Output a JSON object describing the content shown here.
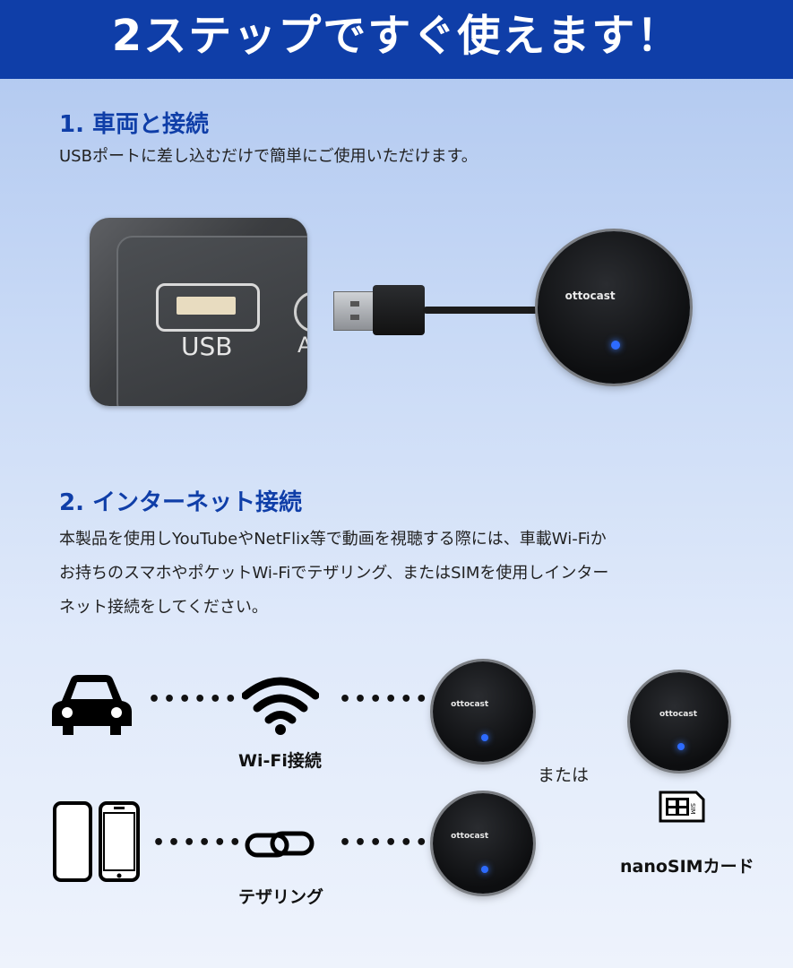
{
  "header": {
    "title": "2ステップですぐ使えます！"
  },
  "step1": {
    "title": "1.  車両と接続",
    "desc": "USBポートに差し込むだけで簡単にご使用いただけます。",
    "usb_label": "USB",
    "port_label2": "A"
  },
  "step2": {
    "title": "2.  インターネット接続",
    "desc_lines": [
      "本製品を使用しYouTubeやNetFlix等で動画を視聴する際には、車載Wi-Fiか",
      "お持ちのスマホやポケットWi-Fiでテザリング、またはSIMを使用しインター",
      "ネット接続をしてください。"
    ]
  },
  "device": {
    "logo": "ottocast"
  },
  "diagram": {
    "dots": "••••••",
    "wifi_label": "Wi-Fi接続",
    "tether_label": "テザリング",
    "or_label": "または",
    "sim_label": "nanoSIMカード",
    "sim_chip_text": "SIM"
  },
  "icons": [
    "car-icon",
    "wifi-icon",
    "phone-icon",
    "link-icon",
    "sim-card-icon"
  ],
  "colors": {
    "header": "#0f3ea8",
    "accent": "#0f3ea8",
    "led": "#2d6bff"
  }
}
